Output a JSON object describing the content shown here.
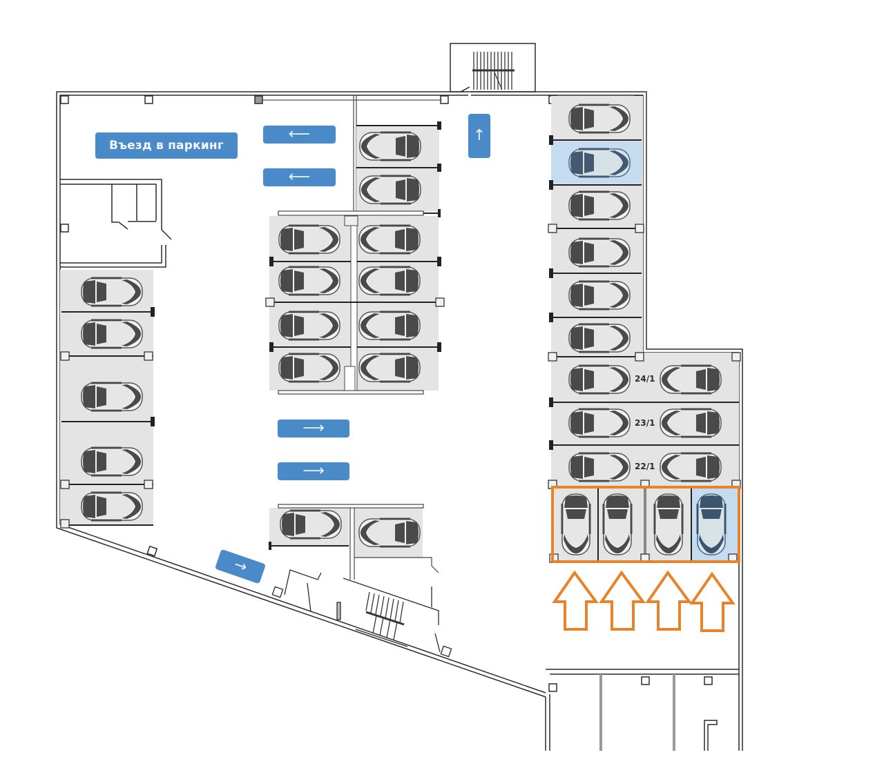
{
  "plan": {
    "title": "Parking floor plan",
    "entrance_sign": "Въезд в паркинг",
    "colors": {
      "floor_spot": "#e4e4e4",
      "highlight_spot": "#c5dcf0",
      "car": "#4a4a4a",
      "car_highlight": "#34506a",
      "sign": "#4a8ac9",
      "selection": "#e8832a",
      "wall": "#2a2a2a"
    },
    "direction_signs": [
      {
        "id": "left-1",
        "direction": "left",
        "glyph": "⟵"
      },
      {
        "id": "left-2",
        "direction": "left",
        "glyph": "⟵"
      },
      {
        "id": "up-1",
        "direction": "up",
        "glyph": "↑"
      },
      {
        "id": "right-1",
        "direction": "right",
        "glyph": "⟶"
      },
      {
        "id": "right-2",
        "direction": "right",
        "glyph": "⟶"
      },
      {
        "id": "right-3",
        "direction": "right",
        "glyph": "→"
      }
    ],
    "spot_labels": [
      "24/1",
      "23/1",
      "22/1"
    ],
    "selected_group": {
      "spots": 4,
      "highlighted_spot_index": 3,
      "entry_arrows": 4
    },
    "highlighted_spots": [
      "right-column-2",
      "selected-group-4"
    ]
  }
}
